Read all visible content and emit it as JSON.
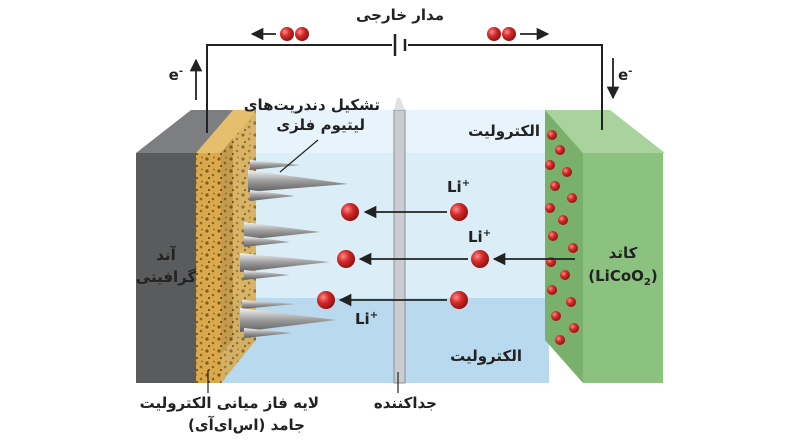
{
  "labels": {
    "external_circuit": "مدار خارجی",
    "electron": "e",
    "electron_sup": "-",
    "dendrite_line1": "تشکیل دندریت‌های",
    "dendrite_line2": "لیتیوم فلزی",
    "electrolyte_top": "الکترولیت",
    "electrolyte_bottom": "الکترولیت",
    "anode_line1": "آند",
    "anode_line2": "گرافیتی",
    "cathode_line1": "کاتد",
    "cathode_formula_a": "(LiCoO",
    "cathode_formula_sub": "2",
    "cathode_formula_b": ")",
    "li_ion": "Li",
    "li_ion_sup": "+",
    "sei_line1": "لایه فاز میانی الکترولیت",
    "sei_line2": "جامد (اس‌ای‌آی)",
    "separator": "جداکننده"
  },
  "colors": {
    "anode": "#5a5b5d",
    "sei": "#d9a94c",
    "electrolyte_top": "#dbeef8",
    "electrolyte_bottom": "#b9d9ee",
    "separator": "#c9ccd0",
    "cathode": "#8cc27f",
    "ion": "#d42a2a",
    "wire": "#222222"
  }
}
